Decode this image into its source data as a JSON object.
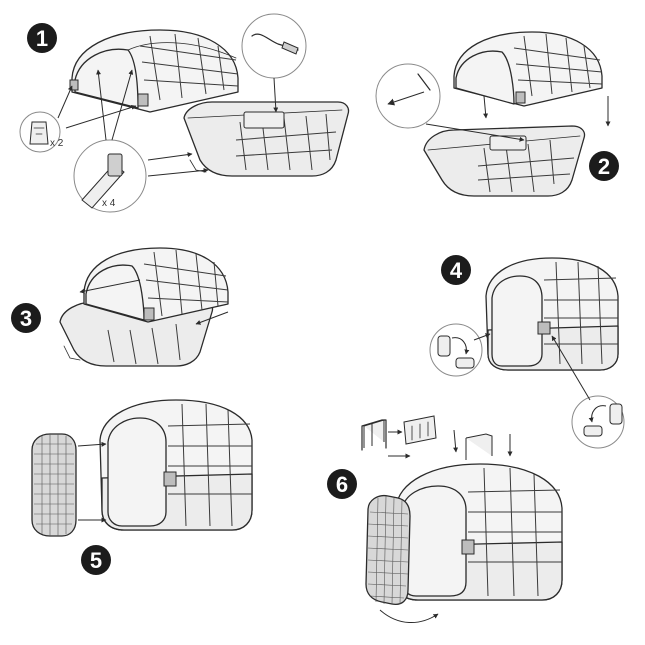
{
  "steps": {
    "s1": {
      "number": "1"
    },
    "s2": {
      "number": "2"
    },
    "s3": {
      "number": "3"
    },
    "s4": {
      "number": "4"
    },
    "s5": {
      "number": "5"
    },
    "s6": {
      "number": "6"
    }
  },
  "parts": {
    "clips_qty": "x 2",
    "pins_qty": "x 4"
  }
}
